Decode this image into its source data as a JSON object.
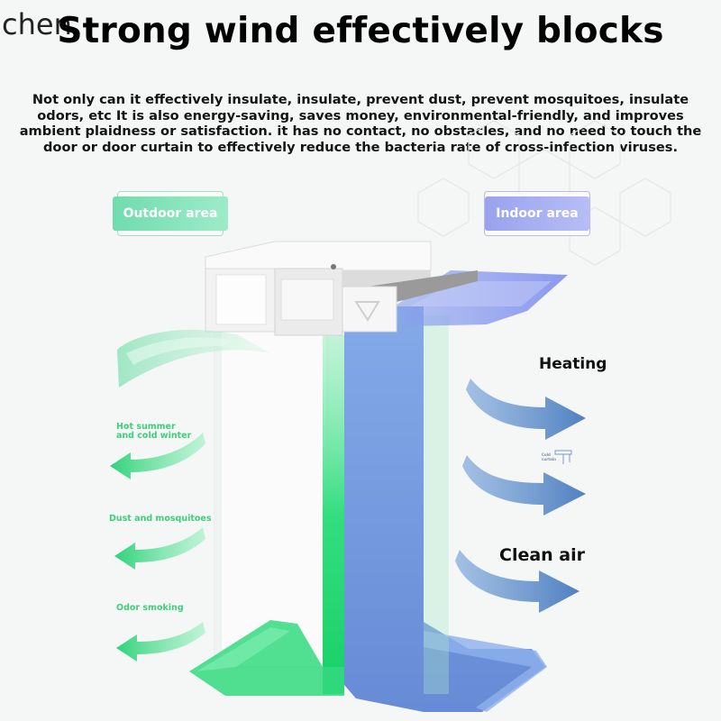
{
  "watermark": "chen",
  "headline": "Strong wind effectively blocks",
  "description": "Not only can it effectively insulate, insulate, prevent dust, prevent mosquitoes, insulate odors, etc It is also energy-saving, saves money, environmental-friendly, and improves ambient plaidness or satisfaction. it has no contact, no obstacles, and no need to touch the door or door curtain to effectively reduce the bacteria rate of cross-infection viruses.",
  "zones": {
    "outdoor": "Outdoor area",
    "indoor": "Indoor area"
  },
  "outdoor_labels": {
    "climate": "Hot summer\nand cold winter",
    "dust": "Dust and mosquitoes",
    "odor": "Odor smoking"
  },
  "indoor_labels": {
    "heating": "Heating",
    "cold_note": "Cold\ncurtain",
    "clean": "Clean air"
  },
  "colors": {
    "green_flow": "#2fdb7a",
    "blue_flow": "#6f8fd6",
    "arrow_green": "#39d07c",
    "arrow_blue": "#5f8dc8"
  }
}
